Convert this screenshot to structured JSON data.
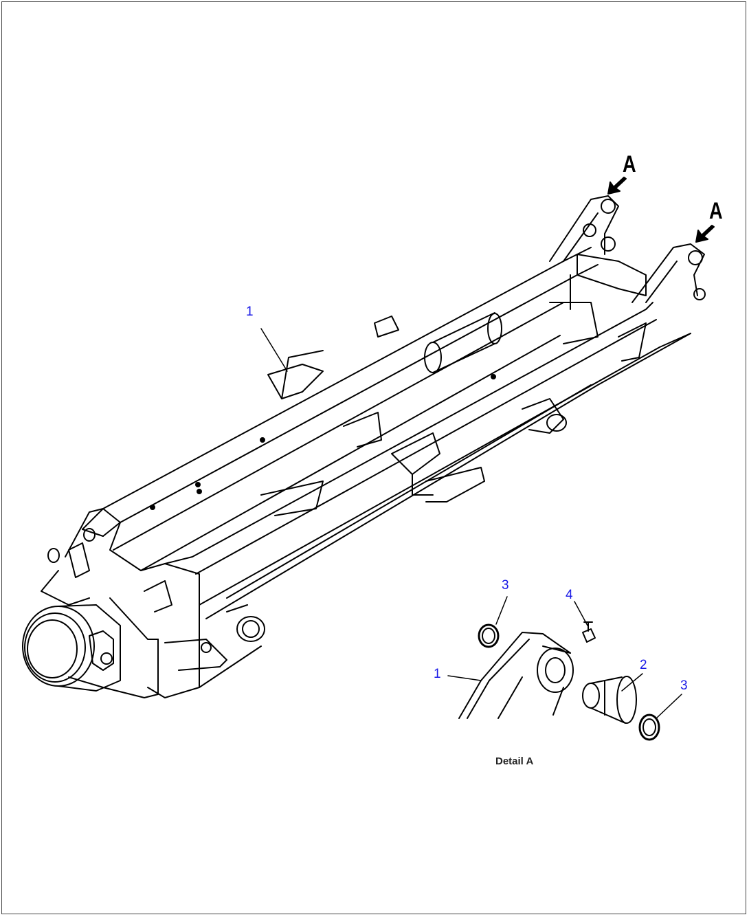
{
  "diagram": {
    "view_labels": [
      "A",
      "A"
    ],
    "callouts": {
      "main_frame": "1",
      "detail_frame": "1",
      "detail_pin": "2",
      "detail_ring_left": "3",
      "detail_ring_right": "3",
      "detail_fitting": "4"
    },
    "detail_caption": "Detail A",
    "colors": {
      "line": "#000000",
      "callout_text": "#1a1ae6",
      "background": "#ffffff"
    }
  }
}
